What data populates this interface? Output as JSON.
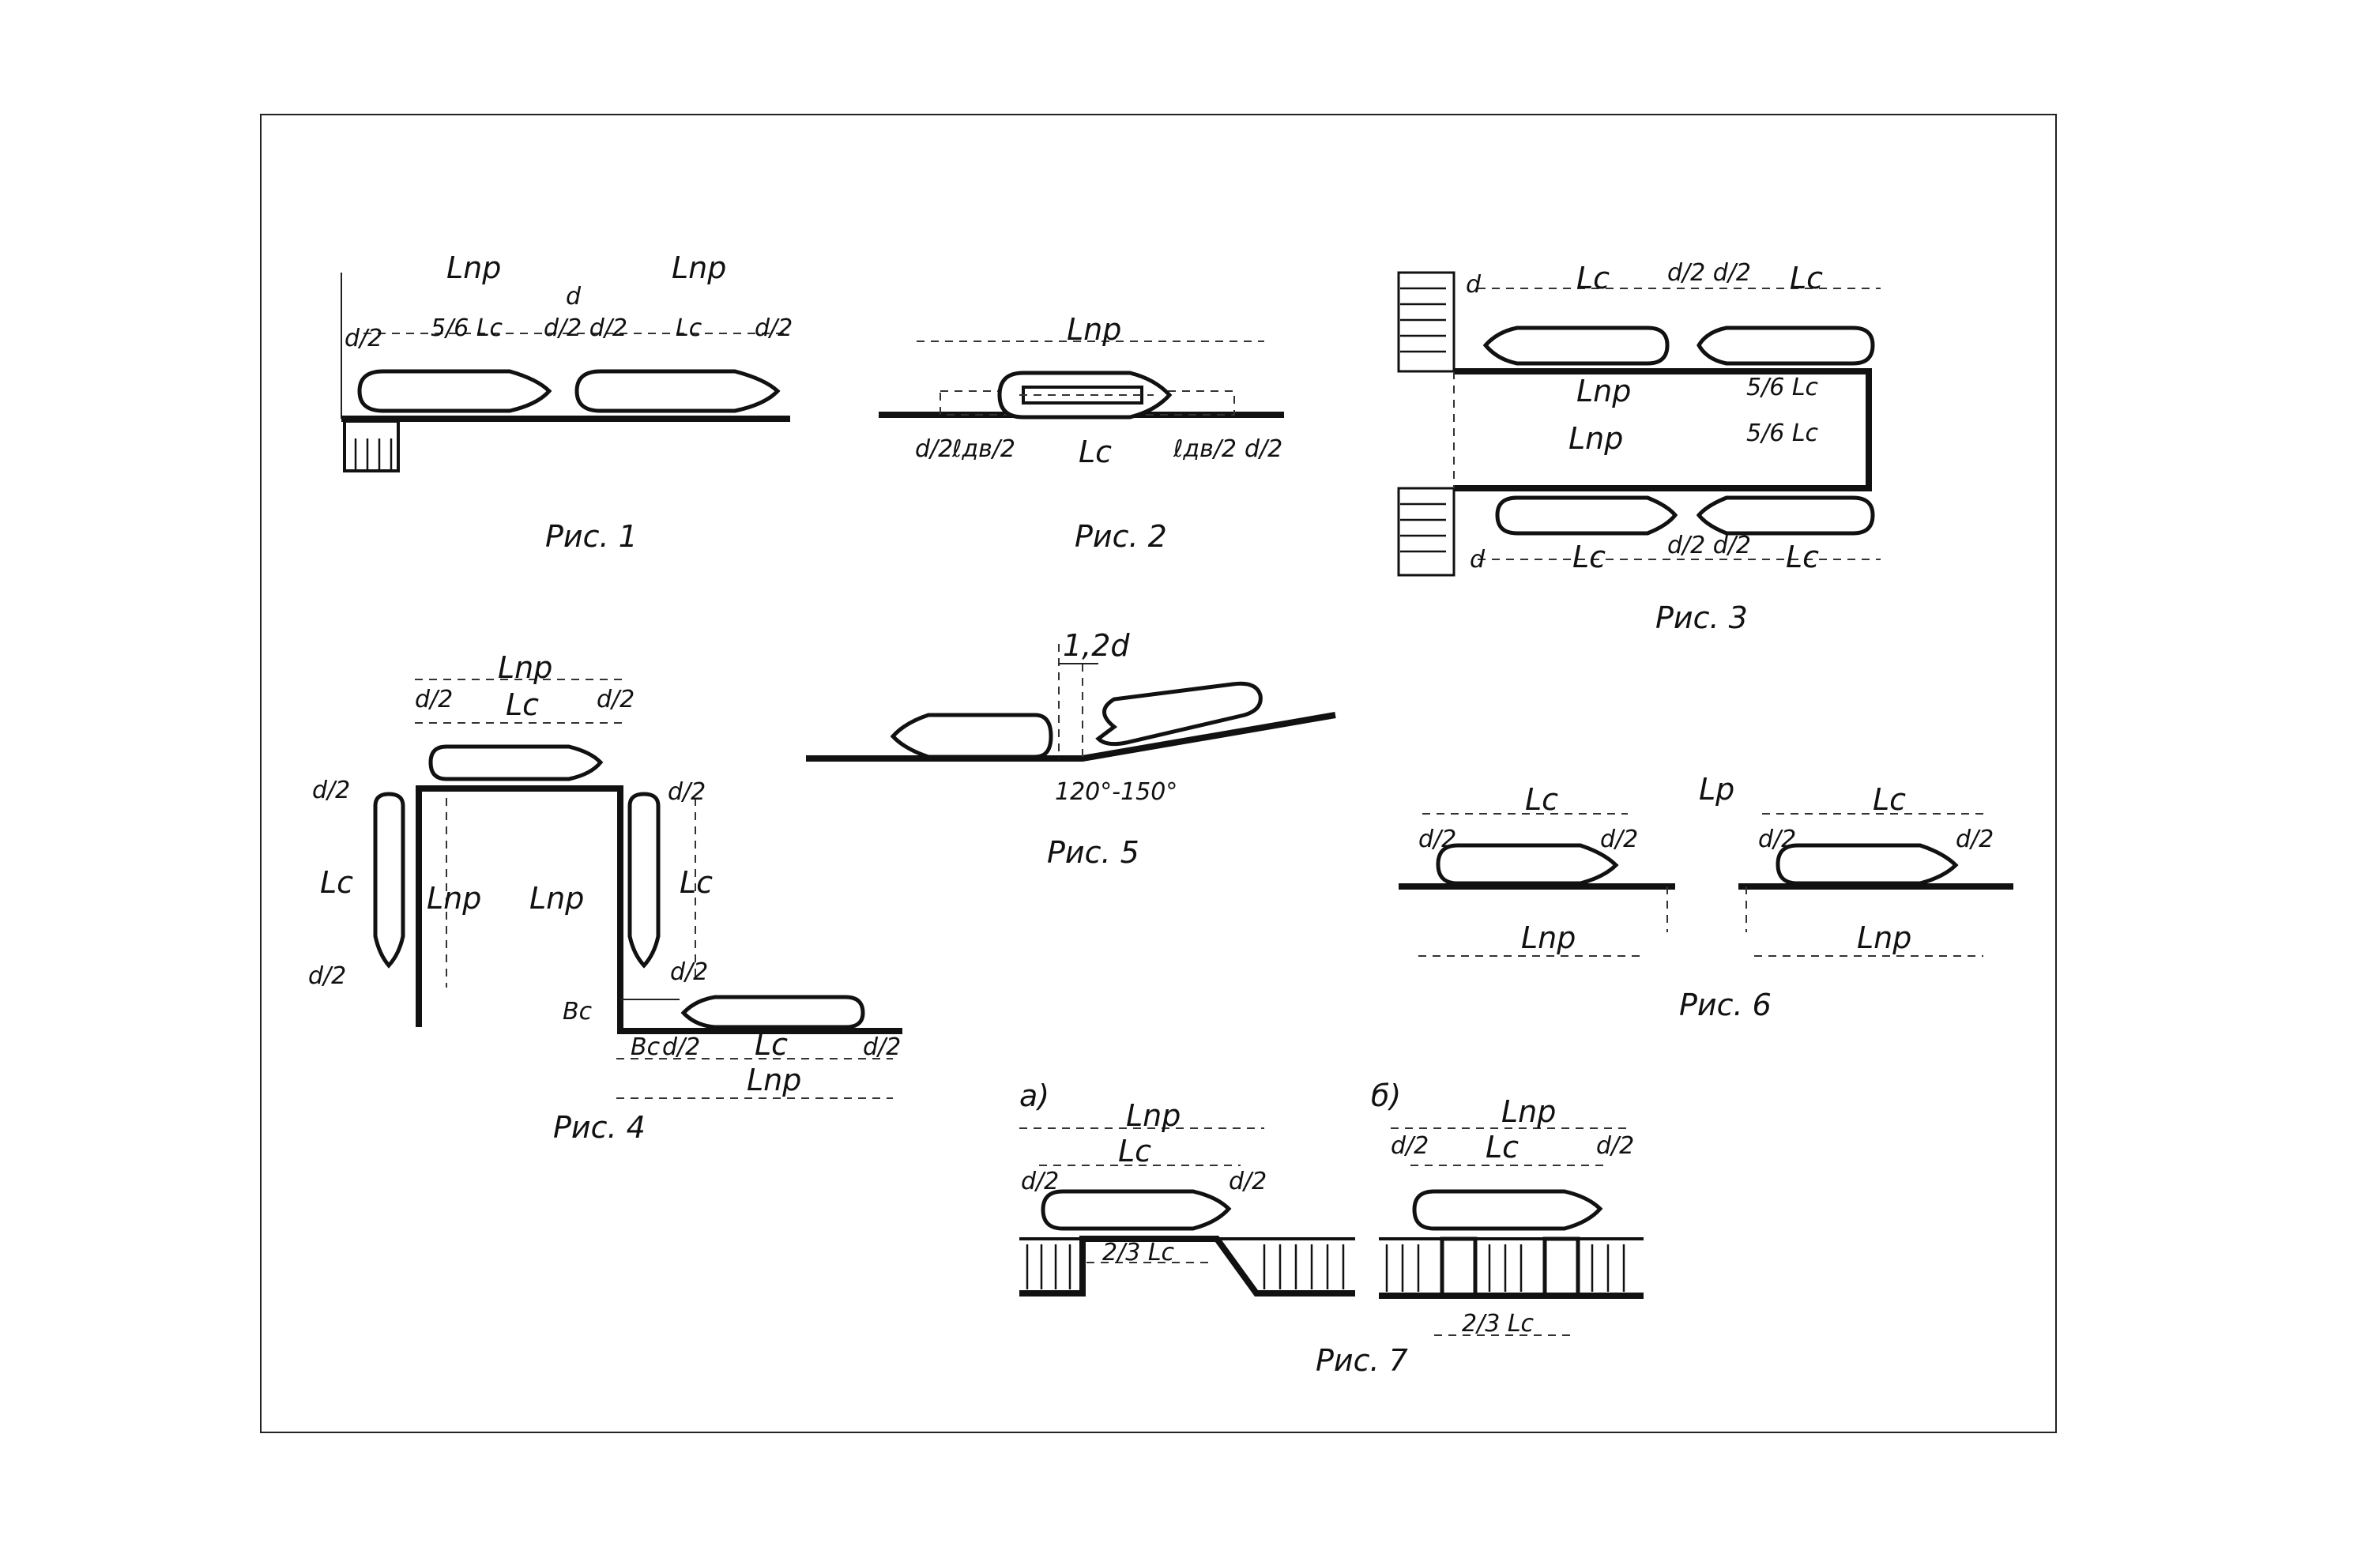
{
  "fig1": {
    "caption": "Рис. 1",
    "lnp_left": "Lnp",
    "lnp_right": "Lnp",
    "d_top": "d",
    "d2_left": "d/2",
    "five_sixth": "5/6 Lc",
    "d2_mid": "d/2 d/2",
    "lc": "Lc",
    "d2_right": "d/2"
  },
  "fig2": {
    "caption": "Рис. 2",
    "lnp": "Lnp",
    "d2_left": "d/2",
    "lb_left": "ℓдв/2",
    "lc": "Lc",
    "lb_right": "ℓдв/2",
    "d2_right": "d/2"
  },
  "fig3": {
    "caption": "Рис. 3",
    "d_tl": "d",
    "lc_tl": "Lc",
    "d_tm": "d/2 d/2",
    "lc_tr": "Lc",
    "lnp_1": "Lnp",
    "five_1": "5/6 Lc",
    "lnp_2": "Lnp",
    "five_2": "5/6 Lc",
    "d_bl": "d",
    "lc_bl": "Lc",
    "d_bm": "d/2 d/2",
    "lc_br": "Lc"
  },
  "fig4": {
    "caption": "Рис. 4",
    "lnp_top": "Lnp",
    "d2_tl": "d/2",
    "lc_top": "Lc",
    "d2_tr": "d/2",
    "d2_left_top": "d/2",
    "lc_left": "Lc",
    "d2_left_bot": "d/2",
    "lnp_inner": "Lnp",
    "lnp_center": "Lnp",
    "d2_right_top": "d/2",
    "lc_right": "Lc",
    "d2_right_bot": "d/2",
    "bc_v": "Bc",
    "bc_h": "Bc",
    "d2_bot_left": "d/2",
    "lc_bot": "Lc",
    "d2_bot_right": "d/2",
    "lnp_bot": "Lnp"
  },
  "fig5": {
    "caption": "Рис. 5",
    "height": "1,2d",
    "angle": "120°-150°"
  },
  "fig6": {
    "caption": "Рис. 6",
    "lc_left": "Lc",
    "lp": "Lp",
    "lc_right": "Lc",
    "d2_1": "d/2",
    "d2_2": "d/2",
    "d2_3": "d/2",
    "d2_4": "d/2",
    "lnp_left": "Lnp",
    "lnp_right": "Lnp"
  },
  "fig7": {
    "caption": "Рис. 7",
    "label_a": "а)",
    "label_b": "б)",
    "lnp_a": "Lnp",
    "lc_a": "Lc",
    "d2_a1": "d/2",
    "d2_a2": "d/2",
    "two_third_a": "2/3 Lc",
    "lnp_b": "Lnp",
    "lc_b": "Lc",
    "d2_b1": "d/2",
    "d2_b2": "d/2",
    "two_third_b": "2/3 Lc"
  }
}
